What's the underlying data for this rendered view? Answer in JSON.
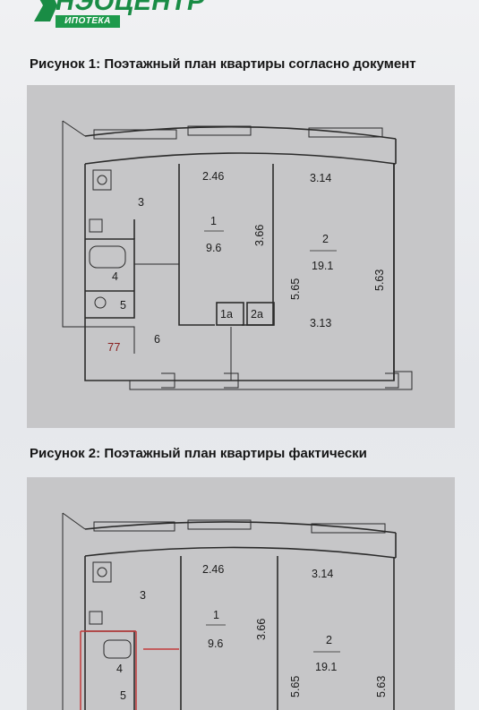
{
  "header": {
    "logo_name": "НЭОЦЕНТР",
    "logo_sub": "ИПОТЕКА"
  },
  "figures": [
    {
      "caption": "Рисунок 1: Поэтажный план квартиры согласно документ",
      "rooms": {
        "room3": "3",
        "room1": "1",
        "room1_area": "9.6",
        "room2": "2",
        "room2_area": "19.1",
        "room4": "4",
        "room5": "5",
        "room6": "6",
        "room1a": "1а",
        "room2a": "2а"
      },
      "dims": {
        "d246": "2.46",
        "d314": "3.14",
        "d366": "3.66",
        "d565": "5.65",
        "d563": "5.63",
        "d313": "3.13"
      },
      "mark": "77"
    },
    {
      "caption": "Рисунок 2: Поэтажный план квартиры фактически",
      "rooms": {
        "room3": "3",
        "room1": "1",
        "room1_area": "9.6",
        "room2": "2",
        "room2_area": "19.1",
        "room4": "4",
        "room5": "5"
      },
      "dims": {
        "d246": "2.46",
        "d314": "3.14",
        "d366": "3.66",
        "d565": "5.65",
        "d563": "5.63"
      }
    }
  ],
  "colors": {
    "brand_green": "#198c45",
    "plan_background": "#c6c6c8",
    "marker_red": "#8a2020",
    "added_wall_red": "#c23a3a"
  }
}
